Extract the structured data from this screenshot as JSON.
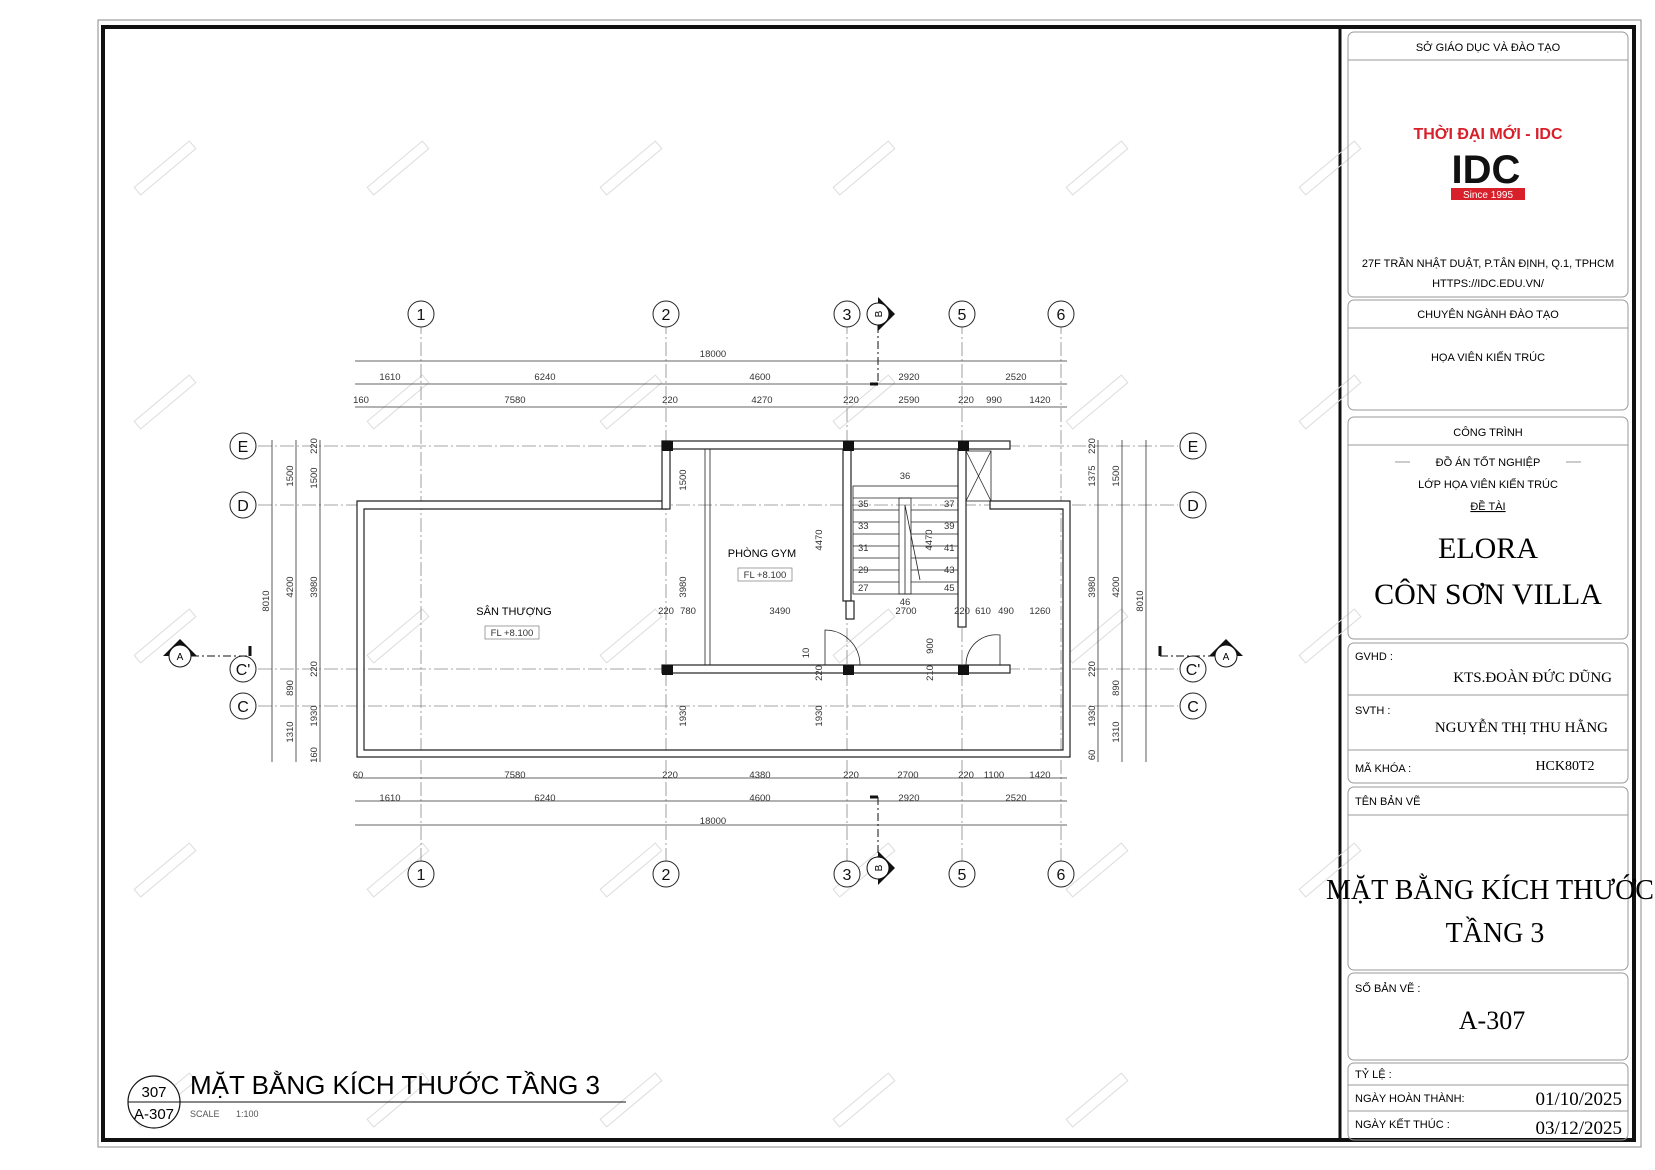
{
  "title_block": {
    "dept": "SỞ GIÁO DỤC VÀ ĐÀO TẠO",
    "school_name": "THỜI ĐẠI MỚI - IDC",
    "logo_text": "IDC",
    "logo_since": "Since 1995",
    "address": "27F TRẦN NHẬT DUẬT, P.TÂN ĐỊNH, Q.1, TPHCM",
    "website": "HTTPS://IDC.EDU.VN/",
    "major_label": "CHUYÊN NGÀNH ĐÀO TẠO",
    "major_value": "HỌA VIÊN KIẾN TRÚC",
    "project_label": "CÔNG TRÌNH",
    "project_type": "ĐỒ ÁN TỐT NGHIỆP",
    "class_name": "LỚP HỌA VIÊN KIẾN TRÚC",
    "topic_label": "ĐỀ TÀI",
    "project_name_1": "ELORA",
    "project_name_2": "CÔN SƠN VILLA",
    "gvhd_label": "GVHD :",
    "gvhd_value": "KTS.ĐOÀN ĐỨC DŨNG",
    "svth_label": "SVTH :",
    "svth_value": "NGUYỄN THỊ THU HẰNG",
    "course_label": "MÃ KHÓA :",
    "course_value": "HCK80T2",
    "drawing_name_label": "TÊN BẢN VẼ",
    "drawing_name_1": "MẶT BẰNG KÍCH THƯỚC",
    "drawing_name_2": "TẦNG 3",
    "sheet_no_label": "SỐ BẢN VẼ :",
    "sheet_no_value": "A-307",
    "scale_label": "TỶ LỆ :",
    "complete_label": "NGÀY HOÀN THÀNH:",
    "complete_value": "01/10/2025",
    "end_label": "NGÀY KẾT THÚC :",
    "end_value": "03/12/2025"
  },
  "drawing": {
    "caption": "MẶT BẰNG KÍCH THƯỚC TẦNG 3",
    "tag_top": "307",
    "tag_bottom": "A-307",
    "scale_label": "SCALE",
    "scale_value": "1:100",
    "rooms": [
      {
        "name": "SÂN THƯỢNG",
        "level": "FL +8.100"
      },
      {
        "name": "PHÒNG GYM",
        "level": "FL +8.100"
      }
    ],
    "grid_cols": [
      "1",
      "2",
      "3",
      "5",
      "6"
    ],
    "grid_rows": [
      "E",
      "D",
      "C'",
      "C"
    ],
    "section_marks": [
      "A",
      "B"
    ],
    "stair_numbers": [
      "36",
      "35",
      "33",
      "31",
      "29",
      "27",
      "46",
      "37",
      "39",
      "41",
      "43",
      "45"
    ],
    "dims_top_total": "18000",
    "dims_top_1": [
      "1610",
      "6240",
      "4600",
      "2920",
      "2520"
    ],
    "dims_top_2": [
      "160",
      "7580",
      "220",
      "4270",
      "220",
      "2590",
      "220",
      "990",
      "1420"
    ],
    "dims_bot_1": [
      "60",
      "7580",
      "220",
      "4380",
      "220",
      "2700",
      "220",
      "1100",
      "1420"
    ],
    "dims_bot_2": [
      "1610",
      "6240",
      "4600",
      "2920",
      "2520"
    ],
    "dims_bot_total": "18000",
    "dims_left_1": [
      "220",
      "1500",
      "3980",
      "220",
      "1930",
      "160"
    ],
    "dims_left_2": [
      "1500",
      "4200",
      "890",
      "1310"
    ],
    "dims_left_total": "8010",
    "dims_right_1": [
      "220",
      "1375",
      "3980",
      "220",
      "1930",
      "60"
    ],
    "dims_right_2": [
      "1500",
      "4200",
      "890",
      "1310"
    ],
    "dims_right_total": "8010",
    "interior_dims": [
      "1500",
      "3980",
      "1930",
      "4470",
      "1930",
      "4470",
      "220",
      "780",
      "3490",
      "2700",
      "220",
      "610",
      "490",
      "1260",
      "10",
      "220",
      "900",
      "210"
    ]
  }
}
